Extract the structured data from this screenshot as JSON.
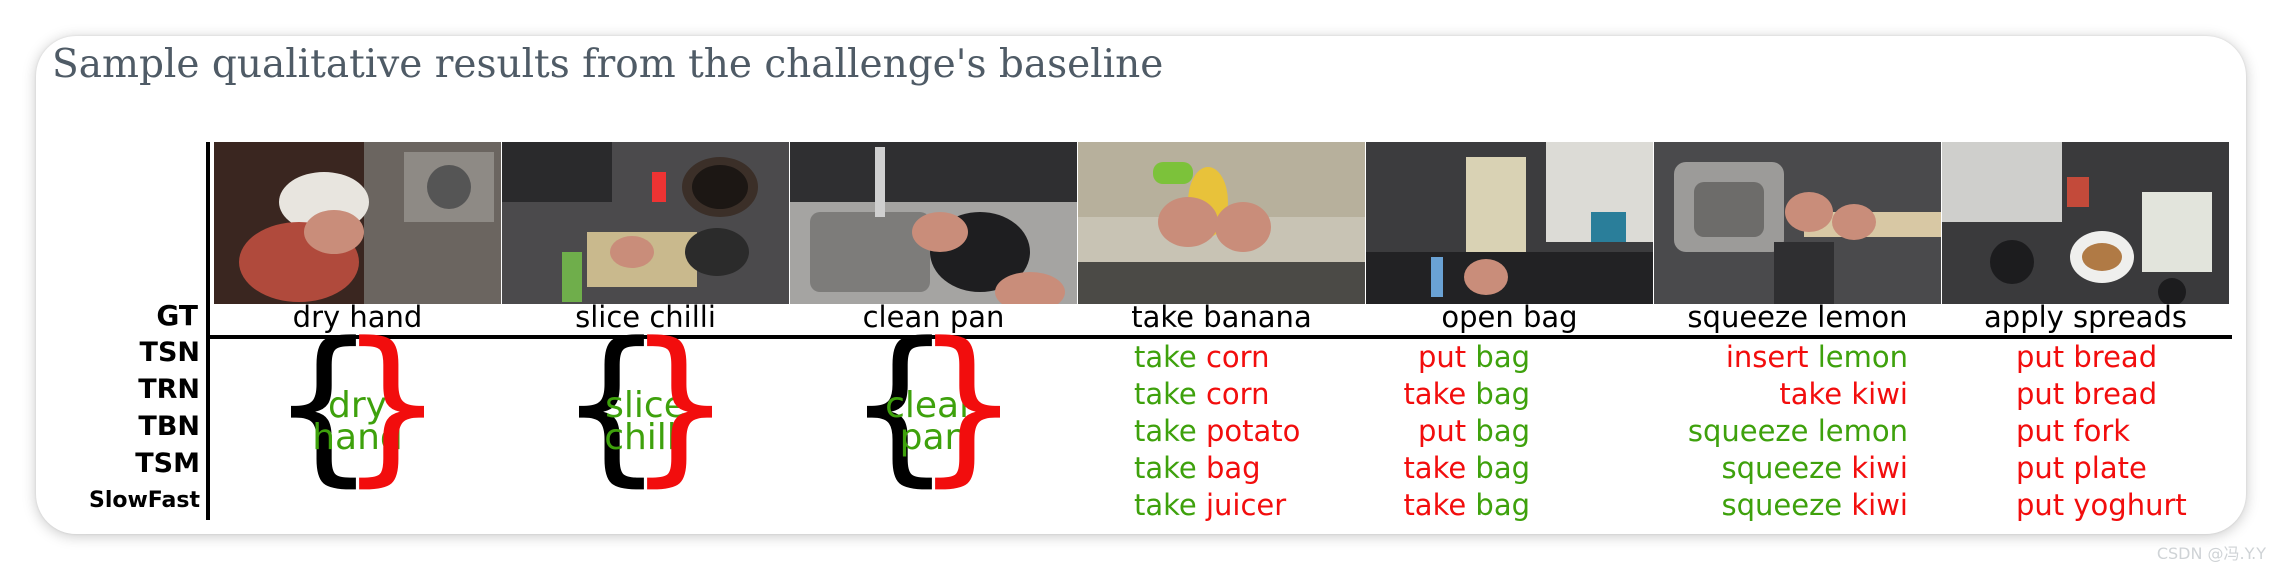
{
  "heading": "Sample qualitative results from the challenge's baseline",
  "row_labels": {
    "gt": "GT",
    "methods": [
      "TSN",
      "TRN",
      "TBN",
      "TSM",
      "SlowFast"
    ]
  },
  "clips": [
    {
      "gt": "dry hand",
      "consensus": [
        "dry",
        "hand"
      ]
    },
    {
      "gt": "slice chilli",
      "consensus": [
        "slice",
        "chilli"
      ]
    },
    {
      "gt": "clean pan",
      "consensus": [
        "clean",
        "pan"
      ]
    },
    {
      "gt": "take banana",
      "predictions": [
        {
          "verb": "take",
          "verb_ok": true,
          "noun": "corn",
          "noun_ok": false
        },
        {
          "verb": "take",
          "verb_ok": true,
          "noun": "corn",
          "noun_ok": false
        },
        {
          "verb": "take",
          "verb_ok": true,
          "noun": "potato",
          "noun_ok": false
        },
        {
          "verb": "take",
          "verb_ok": true,
          "noun": "bag",
          "noun_ok": false
        },
        {
          "verb": "take",
          "verb_ok": true,
          "noun": "juicer",
          "noun_ok": false
        }
      ]
    },
    {
      "gt": "open bag",
      "predictions": [
        {
          "verb": "put",
          "verb_ok": false,
          "noun": "bag",
          "noun_ok": true
        },
        {
          "verb": "take",
          "verb_ok": false,
          "noun": "bag",
          "noun_ok": true
        },
        {
          "verb": "put",
          "verb_ok": false,
          "noun": "bag",
          "noun_ok": true
        },
        {
          "verb": "take",
          "verb_ok": false,
          "noun": "bag",
          "noun_ok": true
        },
        {
          "verb": "take",
          "verb_ok": false,
          "noun": "bag",
          "noun_ok": true
        }
      ]
    },
    {
      "gt": "squeeze lemon",
      "predictions": [
        {
          "verb": "insert",
          "verb_ok": false,
          "noun": "lemon",
          "noun_ok": true
        },
        {
          "verb": "take",
          "verb_ok": false,
          "noun": "kiwi",
          "noun_ok": false
        },
        {
          "verb": "squeeze",
          "verb_ok": true,
          "noun": "lemon",
          "noun_ok": true
        },
        {
          "verb": "squeeze",
          "verb_ok": true,
          "noun": "kiwi",
          "noun_ok": false
        },
        {
          "verb": "squeeze",
          "verb_ok": true,
          "noun": "kiwi",
          "noun_ok": false
        }
      ]
    },
    {
      "gt": "apply spreads",
      "predictions": [
        {
          "verb": "put",
          "verb_ok": false,
          "noun": "bread",
          "noun_ok": false
        },
        {
          "verb": "put",
          "verb_ok": false,
          "noun": "bread",
          "noun_ok": false
        },
        {
          "verb": "put",
          "verb_ok": false,
          "noun": "fork",
          "noun_ok": false
        },
        {
          "verb": "put",
          "verb_ok": false,
          "noun": "plate",
          "noun_ok": false
        },
        {
          "verb": "put",
          "verb_ok": false,
          "noun": "yoghurt",
          "noun_ok": false
        }
      ]
    }
  ],
  "colors": {
    "correct": "#3ea10c",
    "incorrect": "#f20d0d",
    "heading": "#4f5b66"
  },
  "watermark": "CSDN @冯.Y.Y"
}
